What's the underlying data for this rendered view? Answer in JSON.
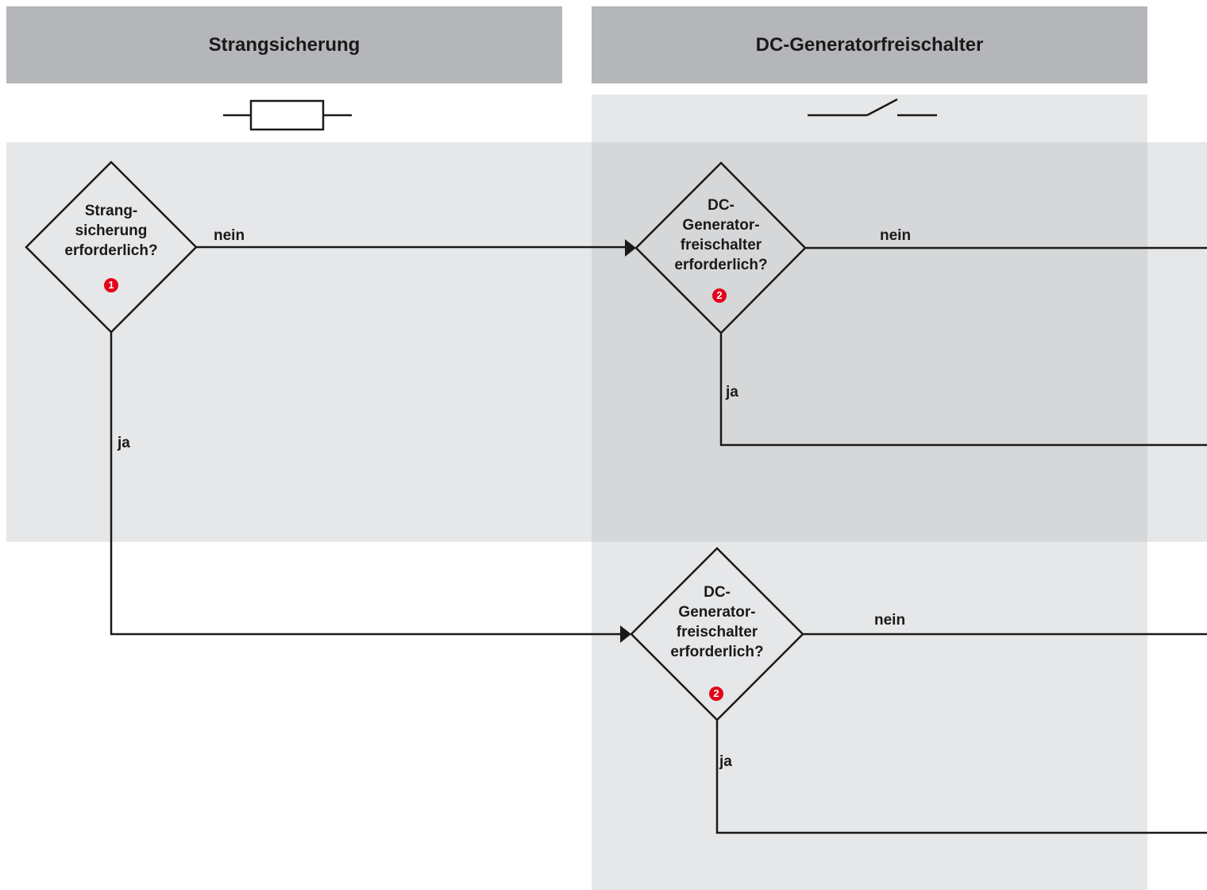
{
  "headers": {
    "left": "Strangsicherung",
    "right": "DC-Generatorfreischalter"
  },
  "symbols": {
    "left": "fuse-symbol",
    "right": "switch-symbol"
  },
  "decisions": {
    "fuse": {
      "lines": [
        "Strang-",
        "sicherung",
        "erforderlich?"
      ],
      "badge": "1"
    },
    "switch_top": {
      "lines": [
        "DC-",
        "Generator-",
        "freischalter",
        "erforderlich?"
      ],
      "badge": "2"
    },
    "switch_bottom": {
      "lines": [
        "DC-",
        "Generator-",
        "freischalter",
        "erforderlich?"
      ],
      "badge": "2"
    }
  },
  "edge_labels": {
    "fuse_no": "nein",
    "fuse_yes": "ja",
    "switch_top_no": "nein",
    "switch_top_yes": "ja",
    "switch_bottom_no": "nein",
    "switch_bottom_yes": "ja"
  },
  "colors": {
    "header_bg": "#b5b6b9",
    "band_bg": "#e6e7e9",
    "overlap_bg": "#d6d7d9",
    "badge_red": "#e2001a",
    "line": "#1a1a1a"
  }
}
